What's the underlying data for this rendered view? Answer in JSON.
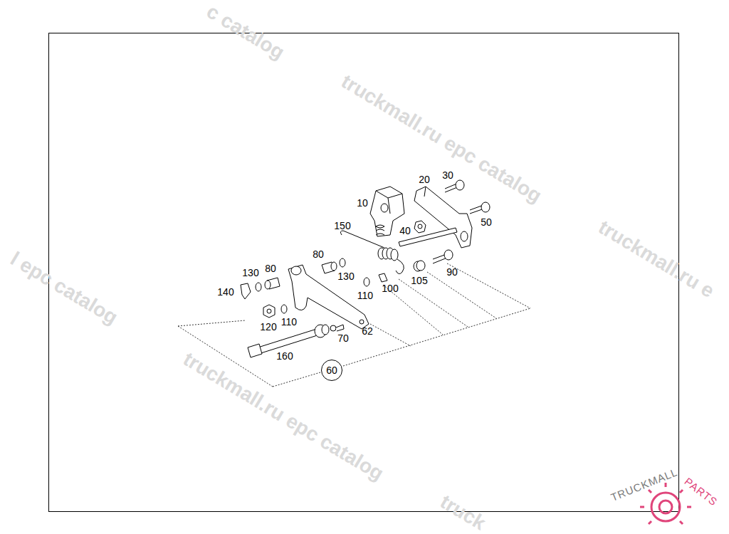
{
  "diagram": {
    "nodes": [
      {
        "text": [
          "60"
        ]
      }
    ],
    "labels": [
      "10",
      "20",
      "30",
      "50",
      "40",
      "150",
      "80",
      "80",
      "130",
      "130",
      "140",
      "110",
      "100",
      "105",
      "90",
      "120",
      "110",
      "70",
      "62",
      "160",
      "c catalog",
      "truckmall.ru epc catalog",
      "truckmall.ru e",
      "l epc catalog",
      "truckmall.ru epc catalog",
      "truck",
      "TRUCKMALL",
      "PARTS"
    ]
  }
}
